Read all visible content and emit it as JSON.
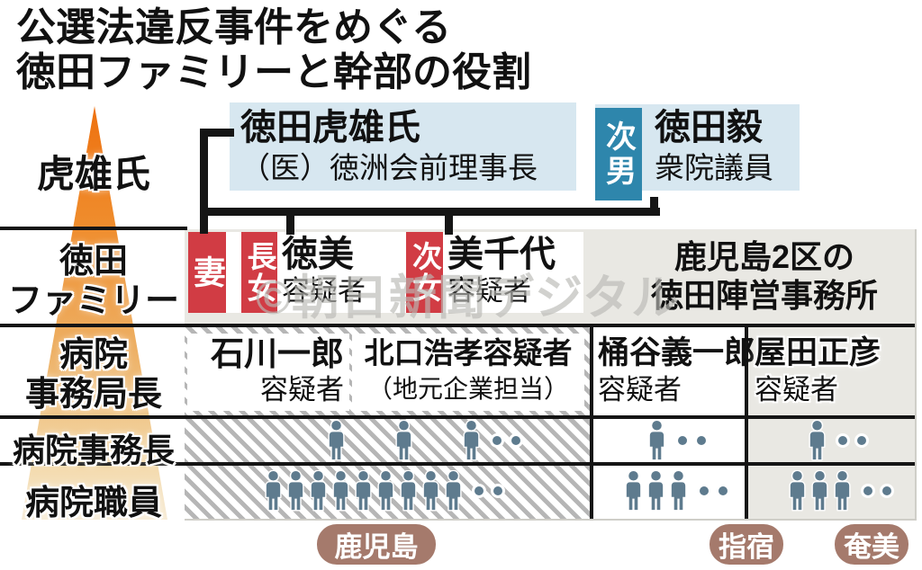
{
  "title": {
    "line1": "公選法違反事件をめぐる",
    "line2": "徳田ファミリーと幹部の役割"
  },
  "watermark": "©朝日新聞デジタル",
  "pyramid_labels": {
    "owner": "虎雄氏",
    "family_line1": "徳田",
    "family_line2": "ファミリー",
    "director_line1": "病院",
    "director_line2": "事務局長",
    "secretary": "病院事務長",
    "staff": "病院職員"
  },
  "top_boxes": {
    "torao": {
      "name": "徳田虎雄氏",
      "role": "（医）徳洲会前理事長"
    },
    "takeshi": {
      "relation": "次男",
      "name": "徳田毅",
      "role": "衆院議員"
    }
  },
  "family": {
    "wife": {
      "relation": "妻"
    },
    "daughter1": {
      "relation": "長女",
      "name": "徳美",
      "status": "容疑者"
    },
    "daughter2": {
      "relation": "次女",
      "name": "美千代",
      "status": "容疑者"
    },
    "office_line1": "鹿児島2区の",
    "office_line2": "徳田陣営事務所"
  },
  "directors": {
    "ishikawa": {
      "name": "石川一郎",
      "status": "容疑者"
    },
    "kitaguchi": {
      "name": "北口浩孝容疑者",
      "note": "（地元企業担当）"
    },
    "oketani": {
      "name": "桶谷義一郎",
      "status": "容疑者"
    },
    "yata": {
      "name": "屋田正彦",
      "status": "容疑者"
    }
  },
  "icons": {
    "dots": 2,
    "secretary": {
      "kagoshima": 3,
      "ibusuki": 1,
      "amami": 1
    },
    "staff": {
      "kagoshima": 9,
      "ibusuki": 3,
      "amami": 3
    }
  },
  "regions": {
    "kagoshima": "鹿児島",
    "ibusuki": "指宿",
    "amami": "奄美"
  },
  "colors": {
    "suspect_red": "#d13c44",
    "relation_teal": "#2e86ac",
    "person_box_blue": "#d7e7f0",
    "panel_gray": "#e9e8e3",
    "region_badge_brown": "#a57a6c",
    "person_icon_slate": "#5e7b8e",
    "pyramid_orange_top": "#ee7110",
    "pyramid_orange_bottom": "#f7ecd7"
  }
}
